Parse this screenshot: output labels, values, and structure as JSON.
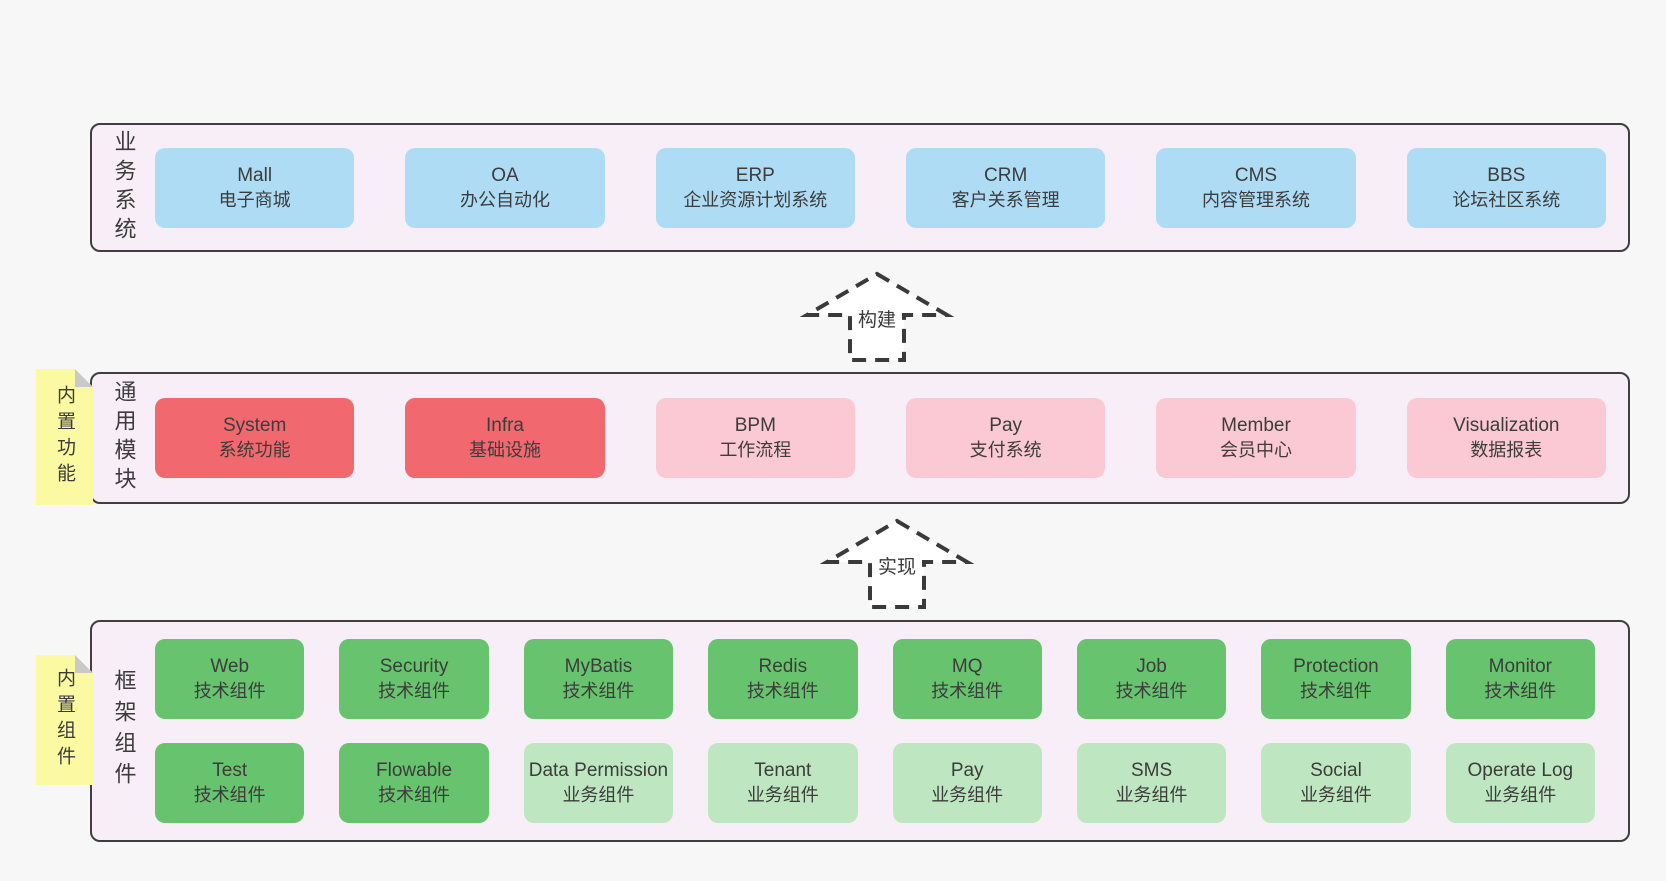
{
  "colors": {
    "page_bg": "#f7f7f7",
    "band_bg": "#f8eef7",
    "band_border": "#3f3f3f",
    "box_blue": "#aedcf4",
    "box_red": "#f1696e",
    "box_pink": "#fbc9d3",
    "box_green": "#68c36e",
    "box_light_green": "#bee7c1",
    "note_yellow": "#fbf9a2",
    "note_fold": "#c9c9c9",
    "text": "#3c3c3c",
    "arrow": "#3a3a3a"
  },
  "arrows": {
    "build": "构建",
    "implement": "实现"
  },
  "bands": {
    "business": {
      "label": "业务系统",
      "boxes": [
        {
          "name": "Mall",
          "desc": "电子商城"
        },
        {
          "name": "OA",
          "desc": "办公自动化"
        },
        {
          "name": "ERP",
          "desc": "企业资源计划系统"
        },
        {
          "name": "CRM",
          "desc": "客户关系管理"
        },
        {
          "name": "CMS",
          "desc": "内容管理系统"
        },
        {
          "name": "BBS",
          "desc": "论坛社区系统"
        }
      ]
    },
    "modules": {
      "label": "通用模块",
      "note": "内置功能",
      "boxes": [
        {
          "name": "System",
          "desc": "系统功能"
        },
        {
          "name": "Infra",
          "desc": "基础设施"
        },
        {
          "name": "BPM",
          "desc": "工作流程"
        },
        {
          "name": "Pay",
          "desc": "支付系统"
        },
        {
          "name": "Member",
          "desc": "会员中心"
        },
        {
          "name": "Visualization",
          "desc": "数据报表"
        }
      ]
    },
    "framework": {
      "label": "框架组件",
      "note": "内置组件",
      "row1": [
        {
          "name": "Web",
          "desc": "技术组件"
        },
        {
          "name": "Security",
          "desc": "技术组件"
        },
        {
          "name": "MyBatis",
          "desc": "技术组件"
        },
        {
          "name": "Redis",
          "desc": "技术组件"
        },
        {
          "name": "MQ",
          "desc": "技术组件"
        },
        {
          "name": "Job",
          "desc": "技术组件"
        },
        {
          "name": "Protection",
          "desc": "技术组件"
        },
        {
          "name": "Monitor",
          "desc": "技术组件"
        }
      ],
      "row2": [
        {
          "name": "Test",
          "desc": "技术组件"
        },
        {
          "name": "Flowable",
          "desc": "技术组件"
        },
        {
          "name": "Data Permission",
          "desc": "业务组件"
        },
        {
          "name": "Tenant",
          "desc": "业务组件"
        },
        {
          "name": "Pay",
          "desc": "业务组件"
        },
        {
          "name": "SMS",
          "desc": "业务组件"
        },
        {
          "name": "Social",
          "desc": "业务组件"
        },
        {
          "name": "Operate Log",
          "desc": "业务组件"
        }
      ]
    }
  }
}
